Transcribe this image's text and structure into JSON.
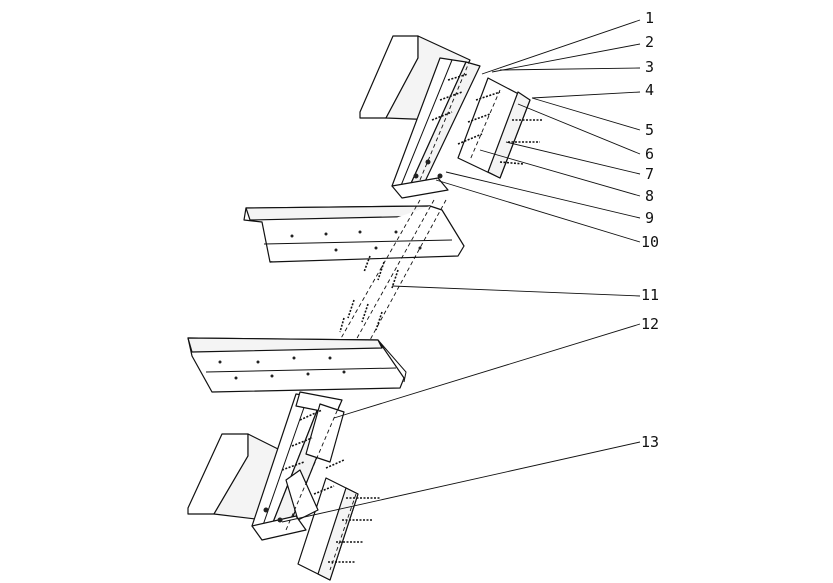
{
  "callouts": [
    {
      "label": "1"
    },
    {
      "label": "2"
    },
    {
      "label": "3"
    },
    {
      "label": "4"
    },
    {
      "label": "5"
    },
    {
      "label": "6"
    },
    {
      "label": "7"
    },
    {
      "label": "8"
    },
    {
      "label": "9"
    },
    {
      "label": "10"
    },
    {
      "label": "11"
    },
    {
      "label": "12"
    },
    {
      "label": "13"
    }
  ]
}
